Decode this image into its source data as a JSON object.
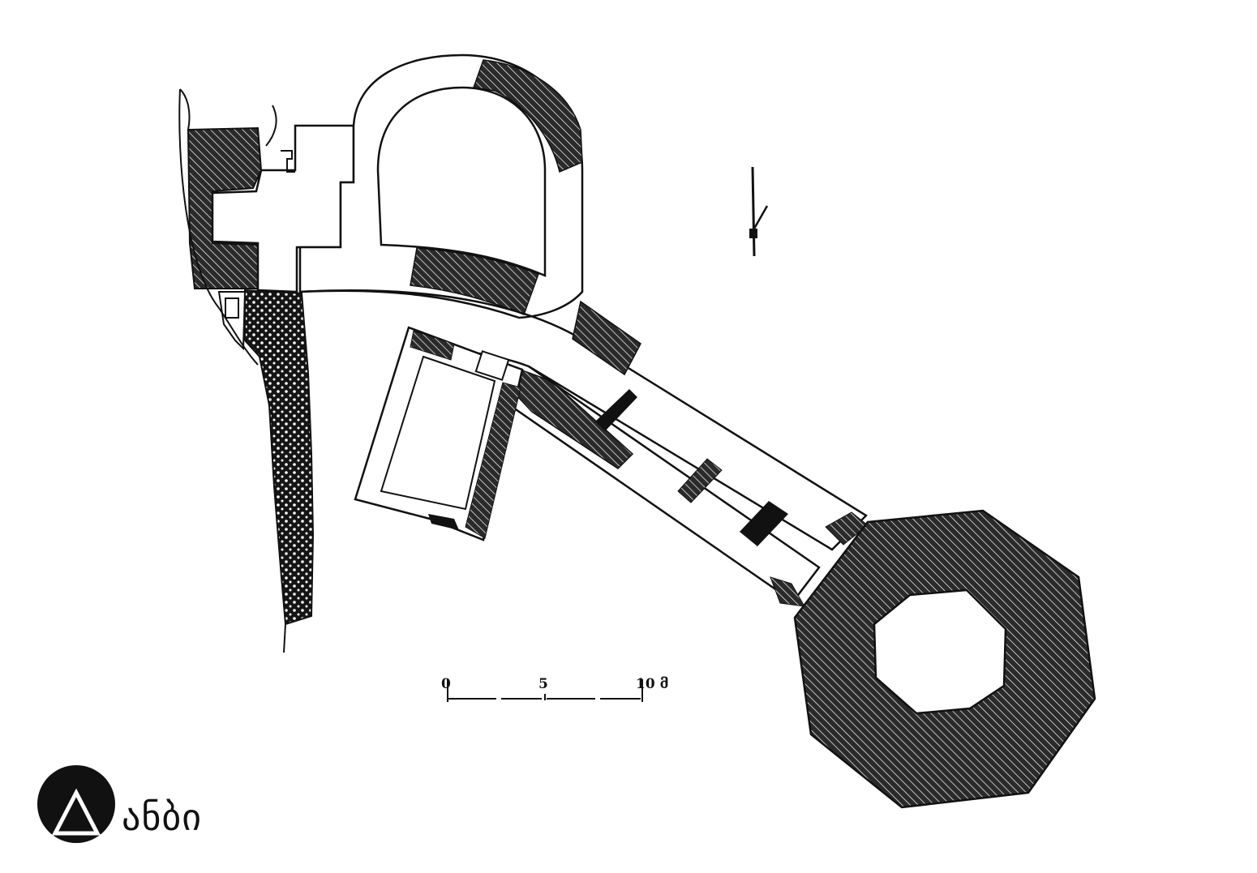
{
  "scale_bar": {
    "tick_0": "0",
    "tick_5": "5",
    "tick_10": "10 მ"
  },
  "logo": {
    "text": "ანბი"
  },
  "colors": {
    "ink": "#111111",
    "paper": "#ffffff"
  }
}
